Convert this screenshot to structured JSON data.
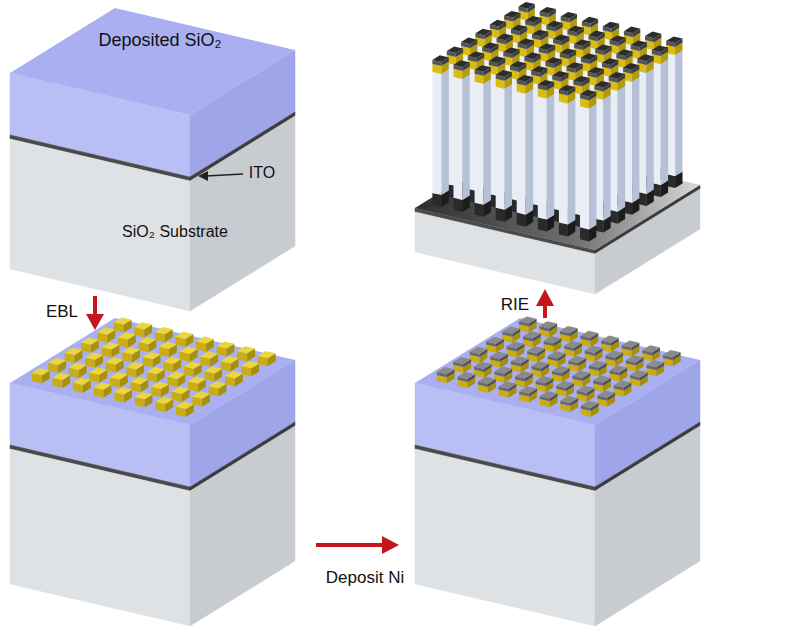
{
  "diagram": {
    "labels": [
      "Deposited SiO₂",
      "ITO",
      "SiO₂ Substrate",
      "EBL",
      "Deposit Ni",
      "RIE"
    ]
  }
}
